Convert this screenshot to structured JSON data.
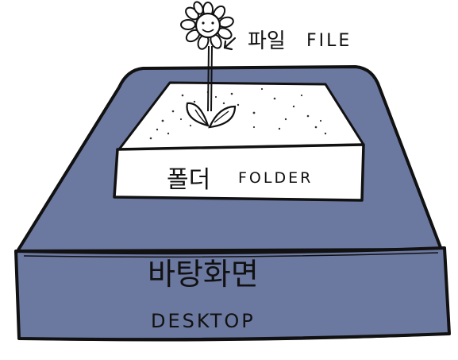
{
  "labels": {
    "file_ko": "파일",
    "file_en": "FILE",
    "folder_ko": "폴더",
    "folder_en": "FOLDER",
    "desktop_ko": "바탕화면",
    "desktop_en": "DESKTOP"
  },
  "colors": {
    "desktop_fill": "#6b78a0",
    "outline": "#111111",
    "folder_fill": "#ffffff",
    "background": "#ffffff"
  },
  "icons": {
    "flower": "flower-icon",
    "leaves": "leaves-icon"
  }
}
